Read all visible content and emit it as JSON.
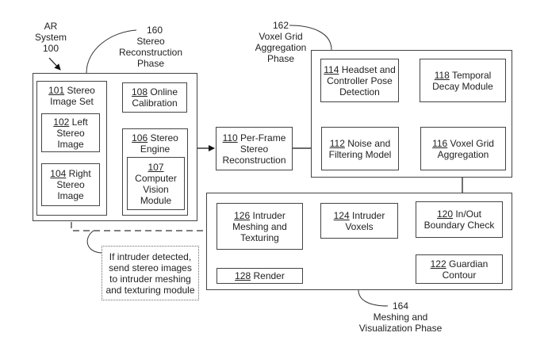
{
  "phases": {
    "system": {
      "ref": "100",
      "line1": "AR",
      "line2": "System"
    },
    "stereo": {
      "ref": "160",
      "line1": "Stereo",
      "line2": "Reconstruction",
      "line3": "Phase"
    },
    "voxel": {
      "ref": "162",
      "line1": "Voxel Grid",
      "line2": "Aggregation",
      "line3": "Phase"
    },
    "meshing": {
      "ref": "164",
      "line1": "Meshing and",
      "line2": "Visualization Phase"
    }
  },
  "nodes": {
    "n101": {
      "ref": "101",
      "line1": " Stereo",
      "line2": "Image Set"
    },
    "n102": {
      "ref": "102",
      "line1": " Left",
      "line2": "Stereo",
      "line3": "Image"
    },
    "n104": {
      "ref": "104",
      "line1": " Right",
      "line2": "Stereo",
      "line3": "Image"
    },
    "n108": {
      "ref": "108",
      "line1": " Online",
      "line2": "Calibration"
    },
    "n106": {
      "ref": "106",
      "line1": " Stereo",
      "line2": "Engine"
    },
    "n107": {
      "ref": "107",
      "line2": "Computer",
      "line3": "Vision",
      "line4": "Module"
    },
    "n110": {
      "ref": "110",
      "line1": " Per-Frame",
      "line2": "Stereo",
      "line3": "Reconstruction"
    },
    "n114": {
      "ref": "114",
      "line1": " Headset and",
      "line2": "Controller Pose",
      "line3": "Detection"
    },
    "n118": {
      "ref": "118",
      "line1": " Temporal",
      "line2": "Decay Module"
    },
    "n112": {
      "ref": "112",
      "line1": " Noise and",
      "line2": "Filtering Model"
    },
    "n116": {
      "ref": "116",
      "line1": " Voxel Grid",
      "line2": "Aggregation"
    },
    "n126": {
      "ref": "126",
      "line1": " Intruder",
      "line2": "Meshing and",
      "line3": "Texturing"
    },
    "n124": {
      "ref": "124",
      "line1": " Intruder",
      "line2": "Voxels"
    },
    "n120": {
      "ref": "120",
      "line1": " In/Out",
      "line2": "Boundary Check"
    },
    "n122": {
      "ref": "122",
      "line1": " Guardian",
      "line2": "Contour"
    },
    "n128": {
      "ref": "128",
      "line1": " Render"
    }
  },
  "note": {
    "line1": "If intruder detected,",
    "line2": "send stereo images",
    "line3": "to intruder meshing",
    "line4": "and texturing module"
  }
}
